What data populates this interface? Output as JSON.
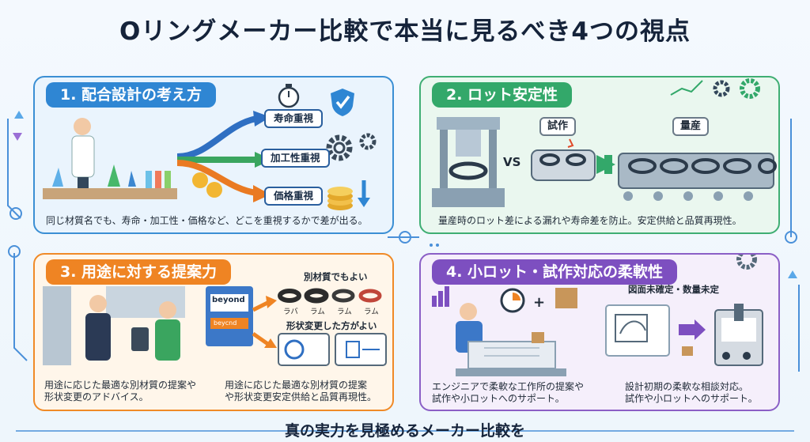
{
  "title": "Oリングメーカー比較で本当に見るべき4つの視点",
  "footer": "真の実力を見極めるメーカー比較を",
  "colors": {
    "blue": "#2f86d3",
    "green": "#33a86a",
    "orange": "#ef8423",
    "purple": "#7d4fc0"
  },
  "sections": [
    {
      "header": "1. 配合設計の考え方",
      "tags": [
        "寿命重視",
        "加工性重視",
        "価格重視"
      ],
      "caption": "同じ材質名でも、寿命・加工性・価格など、どこを重視するかで差が出る。",
      "icons": [
        "stopwatch-icon",
        "shield-check-icon",
        "gear-icon",
        "coin-stack-icon"
      ]
    },
    {
      "header": "2. ロット安定性",
      "labels": [
        "試作",
        "量産"
      ],
      "vs": "VS",
      "caption": "量産時のロット差による漏れや寿命差を防止。安定供給と品質再現性。"
    },
    {
      "header": "3. 用途に対する提案力",
      "book_text": "beyond",
      "book_text2": "beycnd",
      "sub1": "別材質でもよい",
      "rings": [
        "ラバ",
        "ラム",
        "ラム",
        "ラム"
      ],
      "sub2": "形状変更した方がよい",
      "caption_left": "用途に応じた最適な別材質の提案や\n形状変更のアドバイス。",
      "caption_right": "用途に応じた最適な別材質の提案\nや形状変更安定供給と品質再現性。"
    },
    {
      "header": "4. 小ロット・試作対応の柔軟性",
      "sub": "図面未確定・数量未定",
      "plus": "+",
      "caption_left": "エンジニアで柔軟な工作所の提案や\n試作や小ロットへのサポート。",
      "caption_right": "設計初期の柔軟な相談対応。\n試作や小ロットへのサポート。"
    }
  ]
}
